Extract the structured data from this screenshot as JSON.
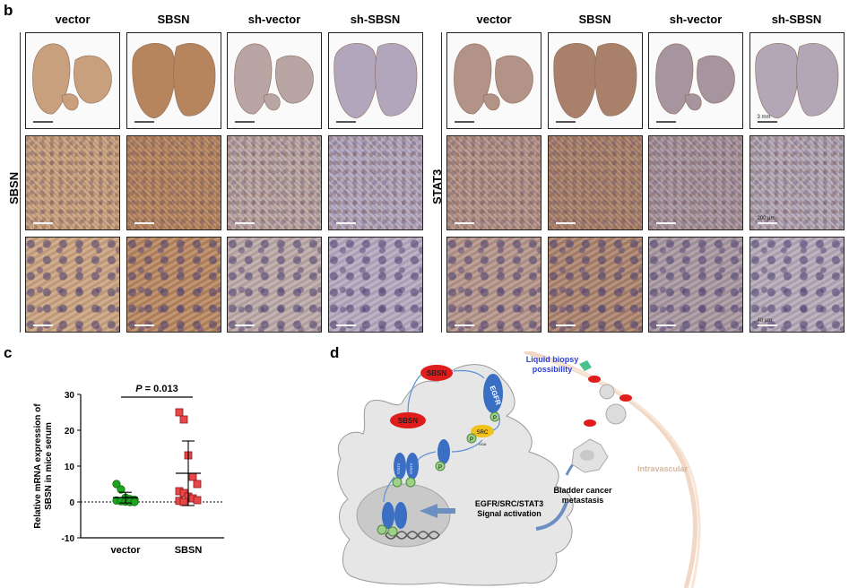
{
  "panels": {
    "b": "b",
    "c": "c",
    "d": "d"
  },
  "panel_b": {
    "groups": [
      {
        "stain": "SBSN",
        "columns": [
          "vector",
          "SBSN",
          "sh-vector",
          "sh-SBSN"
        ],
        "tones": [
          "#c9a07d",
          "#b6845d",
          "#b9a6a4",
          "#b2a6bd"
        ]
      },
      {
        "stain": "STAT3",
        "columns": [
          "vector",
          "SBSN",
          "sh-vector",
          "sh-SBSN"
        ],
        "tones": [
          "#b39287",
          "#a9806a",
          "#a6949e",
          "#b3a6b6"
        ]
      }
    ],
    "scale_labels": {
      "overview": "3 mm",
      "mid": "200 µm",
      "high": "40 µm"
    }
  },
  "chart_data": {
    "type": "scatter",
    "categories": [
      "vector",
      "SBSN"
    ],
    "ylabel": "Relative mRNA expression of SBSN in mice serum",
    "ylim": [
      -10,
      30
    ],
    "yticks": [
      -10,
      0,
      10,
      20,
      30
    ],
    "annotation": "P = 0.013",
    "series": [
      {
        "name": "vector",
        "marker": "circle",
        "color": "#1fa51f",
        "values": [
          5.0,
          3.5,
          1.2,
          0.8,
          0.6,
          0.4,
          0.2,
          0.1,
          0.0,
          0.0
        ],
        "mean": 1.2,
        "sd": 1.5
      },
      {
        "name": "SBSN",
        "marker": "square",
        "color": "#e8474a",
        "values": [
          25.0,
          23.0,
          13.0,
          7.0,
          5.0,
          3.0,
          2.5,
          1.5,
          1.0,
          0.5,
          0.3,
          0.0
        ],
        "mean": 8.0,
        "sd": 9.0
      }
    ]
  },
  "diagram_d": {
    "protein_labels": {
      "sbsn": "SBSN",
      "egfr": "EGFR",
      "src": "SRC",
      "stat3": "STAT3",
      "p": "P",
      "y416": "Y416"
    },
    "liquid_biopsy": "Liquid biopsy possibility",
    "intravascular": "Intravascular",
    "signal": "EGFR/SRC/STAT3 Signal activation",
    "metastasis": "Bladder cancer metastasis",
    "colors": {
      "red": "#e01d1d",
      "blue": "#3a6fc4",
      "yellow": "#f2c21b",
      "green": "#9fd08a"
    }
  }
}
